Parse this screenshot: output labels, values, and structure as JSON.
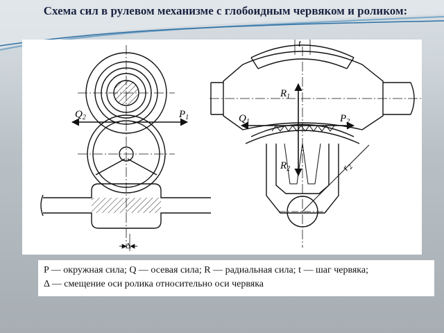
{
  "title": "Схема сил в рулевом механизме с глобоидным червяком и роликом:",
  "labels": {
    "Q2": "Q",
    "Q2_sub": "2",
    "P1": "P",
    "P1_sub": "1",
    "delta": "Δ",
    "t": "t",
    "R1": "R",
    "R1_sub": "1",
    "Q1": "Q",
    "Q1_sub": "1",
    "P2": "P",
    "P2_sub": "2",
    "R2": "R",
    "R2_sub": "2",
    "r2": "r",
    "r2_sub": "2"
  },
  "caption": {
    "line1": "P — окружная сила; Q — осевая сила; R — радиальная сила; t — шаг червяка;",
    "line2": "Δ — смещение оси ролика относительно оси червяка"
  }
}
